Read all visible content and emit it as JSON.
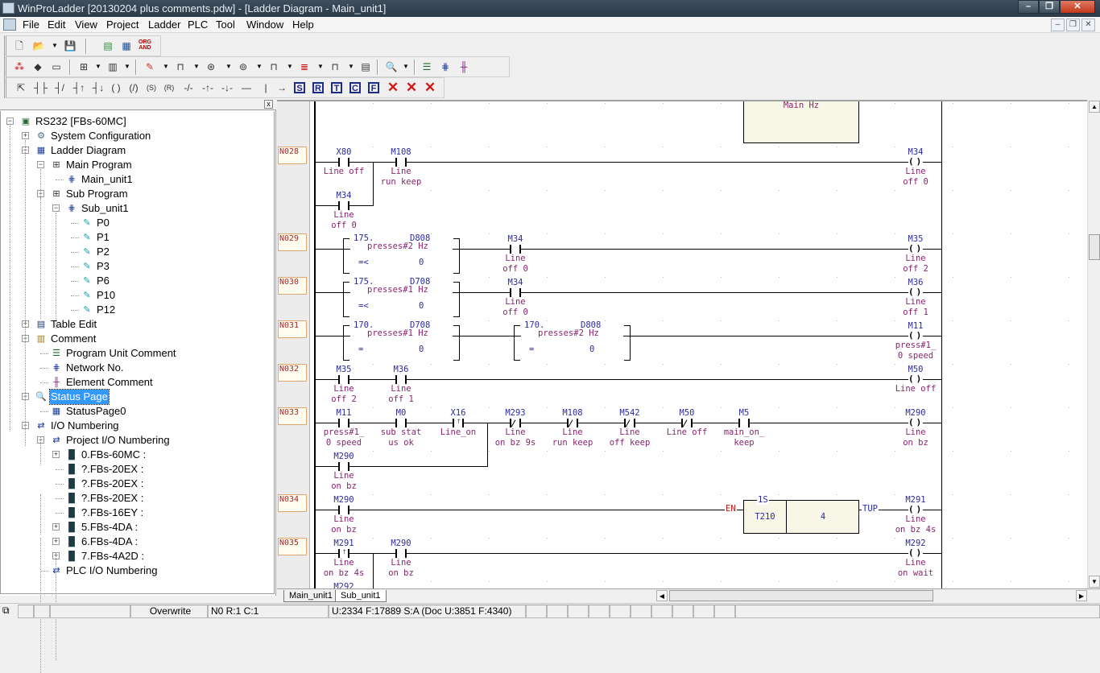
{
  "window": {
    "title": "WinProLadder [20130204 plus comments.pdw] - [Ladder Diagram - Main_unit1]",
    "minimize_label": "–",
    "maximize_label": "❐",
    "close_label": "✕"
  },
  "menubar": {
    "items": [
      "File",
      "Edit",
      "View",
      "Project",
      "Ladder",
      "PLC",
      "Tool",
      "Window",
      "Help"
    ],
    "mdi_minimize": "–",
    "mdi_restore": "❐",
    "mdi_close": "✕"
  },
  "toolbar1": {
    "icons": [
      "new-file-icon",
      "open-folder-icon",
      "save-icon",
      "project-icon",
      "ladder-view-icon",
      "org-and-icon"
    ],
    "org_label": "ORG\nAND"
  },
  "toolbar2": {
    "icons": [
      "online-icon",
      "plc-run-icon",
      "monitor-icon",
      "edit-network-icon",
      "network-icon",
      "pen-edit-icon",
      "timer-edit-icon",
      "io-monitor-icon",
      "status-icon",
      "data-icon",
      "list-icon",
      "register-icon",
      "table-icon",
      "search-status-icon",
      "program-comment-icon",
      "network-comment-icon",
      "element-comment-icon"
    ]
  },
  "toolbar3": {
    "tools": [
      {
        "name": "select-tool",
        "glyph": "⇱",
        "key": "S"
      },
      {
        "name": "no-contact-tool",
        "glyph": "┤├",
        "key": "A"
      },
      {
        "name": "nc-contact-tool",
        "glyph": "┤/├",
        "key": "B"
      },
      {
        "name": "rising-contact-tool",
        "glyph": "┤↑├",
        "key": "U"
      },
      {
        "name": "falling-contact-tool",
        "glyph": "┤↓├",
        "key": "D"
      },
      {
        "name": "coil-tool",
        "glyph": "( )",
        "key": "O"
      },
      {
        "name": "inverted-coil-tool",
        "glyph": "(/)",
        "key": "Q"
      },
      {
        "name": "set-coil-tool",
        "glyph": "(S)",
        "key": "E"
      },
      {
        "name": "reset-coil-tool",
        "glyph": "(R)",
        "key": "R"
      },
      {
        "name": "invert-tool",
        "glyph": "-/-",
        "key": "I"
      },
      {
        "name": "rising-pulse-tool",
        "glyph": "-↑-",
        "key": "P"
      },
      {
        "name": "falling-pulse-tool",
        "glyph": "-↓-",
        "key": "N"
      },
      {
        "name": "horizontal-line-tool",
        "glyph": "—",
        "key": "H"
      },
      {
        "name": "vertical-line-tool",
        "glyph": "|",
        "key": "V"
      },
      {
        "name": "arrow-tool",
        "glyph": "→",
        "key": ""
      }
    ],
    "boxed": [
      "S",
      "R",
      "T",
      "C",
      "F"
    ],
    "delete_labels": [
      "✕",
      "✕",
      "✕"
    ]
  },
  "tree": {
    "close": "x",
    "nodes": [
      {
        "label": "RS232 [FBs-60MC]",
        "expander": "−",
        "icon": "▣"
      },
      {
        "label": "System Configuration",
        "expander": "+",
        "icon": "⚙"
      },
      {
        "label": "Ladder Diagram",
        "expander": "−",
        "icon": "▦"
      },
      {
        "label": "Main Program",
        "expander": "−",
        "icon": "⊞"
      },
      {
        "label": "Main_unit1",
        "expander": "",
        "icon": "⋕"
      },
      {
        "label": "Sub Program",
        "expander": "−",
        "icon": "⊞"
      },
      {
        "label": "Sub_unit1",
        "expander": "−",
        "icon": "⋕"
      },
      {
        "label": "P0",
        "expander": "",
        "icon": "✎"
      },
      {
        "label": "P1",
        "expander": "",
        "icon": "✎"
      },
      {
        "label": "P2",
        "expander": "",
        "icon": "✎"
      },
      {
        "label": "P3",
        "expander": "",
        "icon": "✎"
      },
      {
        "label": "P6",
        "expander": "",
        "icon": "✎"
      },
      {
        "label": "P10",
        "expander": "",
        "icon": "✎"
      },
      {
        "label": "P12",
        "expander": "",
        "icon": "✎"
      },
      {
        "label": "Table Edit",
        "expander": "+",
        "icon": "▤"
      },
      {
        "label": "Comment",
        "expander": "−",
        "icon": "▥"
      },
      {
        "label": "Program Unit Comment",
        "expander": "",
        "icon": "☰"
      },
      {
        "label": "Network No.",
        "expander": "",
        "icon": "⋕"
      },
      {
        "label": "Element Comment",
        "expander": "",
        "icon": "╫"
      },
      {
        "label": "Status Page",
        "expander": "−",
        "icon": "🔍"
      },
      {
        "label": "StatusPage0",
        "expander": "",
        "icon": "▦"
      },
      {
        "label": "I/O Numbering",
        "expander": "−",
        "icon": "⇄"
      },
      {
        "label": "Project I/O Numbering",
        "expander": "−",
        "icon": "⇄"
      },
      {
        "label": "0.FBs-60MC :",
        "expander": "+",
        "icon": "█"
      },
      {
        "label": "?.FBs-20EX :",
        "expander": "",
        "icon": "█"
      },
      {
        "label": "?.FBs-20EX :",
        "expander": "",
        "icon": "█"
      },
      {
        "label": "?.FBs-20EX :",
        "expander": "",
        "icon": "█"
      },
      {
        "label": "?.FBs-16EY :",
        "expander": "",
        "icon": "█"
      },
      {
        "label": "5.FBs-4DA :",
        "expander": "+",
        "icon": "█"
      },
      {
        "label": "6.FBs-4DA :",
        "expander": "+",
        "icon": "█"
      },
      {
        "label": "7.FBs-4A2D :",
        "expander": "+",
        "icon": "█"
      },
      {
        "label": "PLC I/O Numbering",
        "expander": "",
        "icon": "⇄"
      }
    ]
  },
  "ladder": {
    "top_block_label": "Main Hz",
    "networks": [
      "N028",
      "N029",
      "N030",
      "N031",
      "N032",
      "N033",
      "N034",
      "N035"
    ],
    "n028": {
      "c1": {
        "addr": "X80",
        "cmt": "Line off"
      },
      "c2": {
        "addr": "M108",
        "cmt": "Line\nrun keep"
      },
      "c3": {
        "addr": "M34",
        "cmt": "Line\noff 0"
      },
      "coil": {
        "addr": "M34",
        "cmt": "Line\noff 0"
      }
    },
    "n029": {
      "cmp": {
        "src": "175.",
        "reg": "D808",
        "cmt": "presses#2 Hz",
        "op": "=<",
        "val": "0"
      },
      "c1": {
        "addr": "M34",
        "cmt": "Line\noff 0"
      },
      "coil": {
        "addr": "M35",
        "cmt": "Line\noff 2"
      }
    },
    "n030": {
      "cmp": {
        "src": "175.",
        "reg": "D708",
        "cmt": "presses#1 Hz",
        "op": "=<",
        "val": "0"
      },
      "c1": {
        "addr": "M34",
        "cmt": "Line\noff 0"
      },
      "coil": {
        "addr": "M36",
        "cmt": "Line\noff 1"
      }
    },
    "n031": {
      "cmp1": {
        "src": "170.",
        "reg": "D708",
        "cmt": "presses#1 Hz",
        "op": "=",
        "val": "0"
      },
      "cmp2": {
        "src": "170.",
        "reg": "D808",
        "cmt": "presses#2 Hz",
        "op": "=",
        "val": "0"
      },
      "coil": {
        "addr": "M11",
        "cmt": "press#1_\n0 speed"
      }
    },
    "n032": {
      "c1": {
        "addr": "M35",
        "cmt": "Line\noff 2"
      },
      "c2": {
        "addr": "M36",
        "cmt": "Line\noff 1"
      },
      "coil": {
        "addr": "M50",
        "cmt": "Line off"
      }
    },
    "n033": {
      "c1": {
        "addr": "M11",
        "cmt": "press#1_\n0 speed"
      },
      "c2": {
        "addr": "M0",
        "cmt": "sub stat\nus ok"
      },
      "c3": {
        "addr": "X16",
        "cmt": "Line_on"
      },
      "c4": {
        "addr": "M293",
        "cmt": "Line\non bz 9s"
      },
      "c5": {
        "addr": "M108",
        "cmt": "Line\nrun keep"
      },
      "c6": {
        "addr": "M542",
        "cmt": "Line\noff keep"
      },
      "c7": {
        "addr": "M50",
        "cmt": "Line off"
      },
      "c8": {
        "addr": "M5",
        "cmt": "main_on_\nkeep"
      },
      "c9": {
        "addr": "M290",
        "cmt": "Line\non bz"
      },
      "coil": {
        "addr": "M290",
        "cmt": "Line\non bz"
      }
    },
    "n034": {
      "c1": {
        "addr": "M290",
        "cmt": "Line\non bz"
      },
      "timer": {
        "en": "EN",
        "base": "1S",
        "name": "T210",
        "preset": "4",
        "out": "TUP"
      },
      "coil": {
        "addr": "M291",
        "cmt": "Line\non bz 4s"
      }
    },
    "n035": {
      "c1": {
        "addr": "M291",
        "cmt": "Line\non bz 4s"
      },
      "c2": {
        "addr": "M290",
        "cmt": "Line\non bz"
      },
      "c3": {
        "addr": "M292",
        "cmt": ""
      },
      "coil": {
        "addr": "M292",
        "cmt": "Line\non wait"
      }
    }
  },
  "tabs": [
    "Main_unit1",
    "Sub_unit1"
  ],
  "statusbar": {
    "mode": "Overwrite",
    "position": "N0 R:1 C:1",
    "memory": "U:2334 F:17889 S:A (Doc U:3851 F:4340)"
  }
}
